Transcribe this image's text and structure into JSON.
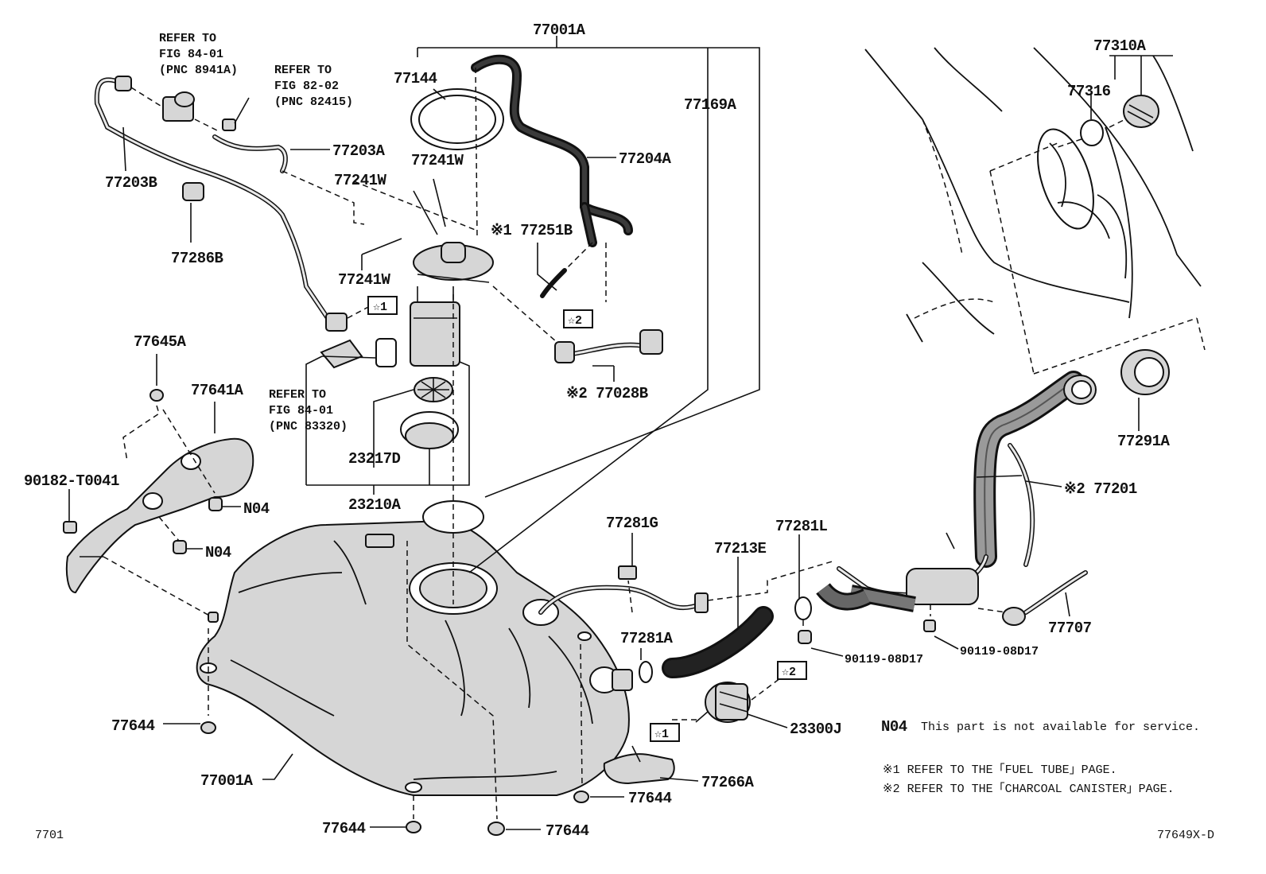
{
  "labels": {
    "refer_fig_84_01_a_1": "REFER TO",
    "refer_fig_84_01_a_2": "FIG 84-01",
    "refer_fig_84_01_a_3": "(PNC 8941A)",
    "refer_fig_82_02_1": "REFER TO",
    "refer_fig_82_02_2": "FIG 82-02",
    "refer_fig_82_02_3": "(PNC 82415)",
    "refer_fig_84_01_b_1": "REFER TO",
    "refer_fig_84_01_b_2": "FIG 84-01",
    "refer_fig_84_01_b_3": "(PNC 83320)",
    "p77001A_top": "77001A",
    "p77144": "77144",
    "p77169A": "77169A",
    "p77203A": "77203A",
    "p77203B": "77203B",
    "p77204A": "77204A",
    "p77241W_a": "77241W",
    "p77241W_b": "77241W",
    "p77241W_c": "77241W",
    "p77286B": "77286B",
    "p77251B": "※1 77251B",
    "p77028B": "※2 77028B",
    "p77645A": "77645A",
    "p77641A": "77641A",
    "p90182": "90182-T0041",
    "pN04_a": "N04",
    "pN04_b": "N04",
    "p23217D": "23217D",
    "p23210A": "23210A",
    "p77310A": "77310A",
    "p77316": "77316",
    "p77291A": "77291A",
    "p77201": "※2 77201",
    "p77281G": "77281G",
    "p77281L": "77281L",
    "p77213E": "77213E",
    "p77707": "77707",
    "p77281A": "77281A",
    "p90119_a": "90119-08D17",
    "p90119_b": "90119-08D17",
    "p23300J": "23300J",
    "p77644_a": "77644",
    "p77644_b": "77644",
    "p77644_c": "77644",
    "p77644_d": "77644",
    "p77001A_bottom": "77001A",
    "p77266A": "77266A",
    "star1_a": "☆1",
    "star1_b": "☆1",
    "star2_a": "☆2",
    "star2_b": "☆2"
  },
  "notes": {
    "n04_code": "N04",
    "n04_text": "This part is not available for service.",
    "ref1": "※1 REFER TO THE「FUEL TUBE」PAGE.",
    "ref2": "※2 REFER TO THE「CHARCOAL CANISTER」PAGE."
  },
  "footer": {
    "left_code": "7701",
    "right_code": "77649X-D"
  }
}
